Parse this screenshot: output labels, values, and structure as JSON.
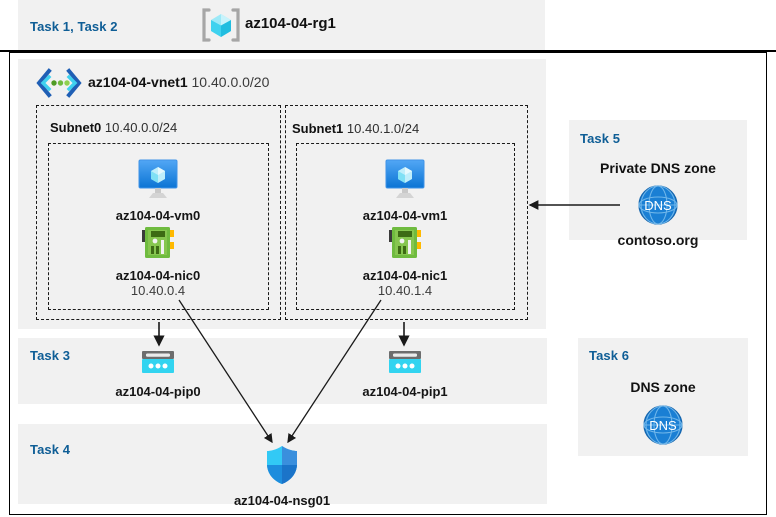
{
  "diagram": {
    "title_context": "Azure az104-04 lab architecture",
    "top_band": {
      "task_label": "Task 1, Task 2",
      "resource_group_name": "az104-04-rg1",
      "resource_group_icon": "resource-group-cube-icon"
    },
    "vnet": {
      "name": "az104-04-vnet1",
      "cidr": "10.40.0.0/20",
      "icon": "virtual-network-icon"
    },
    "subnets": [
      {
        "name": "Subnet0",
        "cidr": "10.40.0.0/24",
        "vm": {
          "name": "az104-04-vm0",
          "icon": "virtual-machine-icon"
        },
        "nic": {
          "name": "az104-04-nic0",
          "ip": "10.40.0.4",
          "icon": "network-interface-icon"
        }
      },
      {
        "name": "Subnet1",
        "cidr": "10.40.1.0/24",
        "vm": {
          "name": "az104-04-vm1",
          "icon": "virtual-machine-icon"
        },
        "nic": {
          "name": "az104-04-nic1",
          "ip": "10.40.1.4",
          "icon": "network-interface-icon"
        }
      }
    ],
    "task3": {
      "task_label": "Task 3",
      "public_ips": [
        {
          "name": "az104-04-pip0",
          "icon": "public-ip-address-icon"
        },
        {
          "name": "az104-04-pip1",
          "icon": "public-ip-address-icon"
        }
      ]
    },
    "task4": {
      "task_label": "Task 4",
      "nsg": {
        "name": "az104-04-nsg01",
        "icon": "network-security-group-shield-icon"
      }
    },
    "task5": {
      "task_label": "Task 5",
      "heading": "Private DNS zone",
      "zone_name": "contoso.org",
      "icon": "dns-globe-icon",
      "icon_text": "DNS"
    },
    "task6": {
      "task_label": "Task 6",
      "heading": "DNS zone",
      "icon": "dns-globe-icon",
      "icon_text": "DNS"
    },
    "colors": {
      "panel_background": "#f1f1f1",
      "page_background": "#ffffff",
      "task_label_blue": "#0f5e96",
      "border_black": "#000000",
      "vm_icon_blue": "#2f9cf4",
      "nic_icon_green": "#6fbb3f",
      "pip_icon_cyan": "#32d4f0",
      "nsg_shield_blue": "#1f8fe0",
      "dns_globe_blue": "#1a7fd4",
      "rg_cube_cyan": "#71e0f5"
    }
  }
}
